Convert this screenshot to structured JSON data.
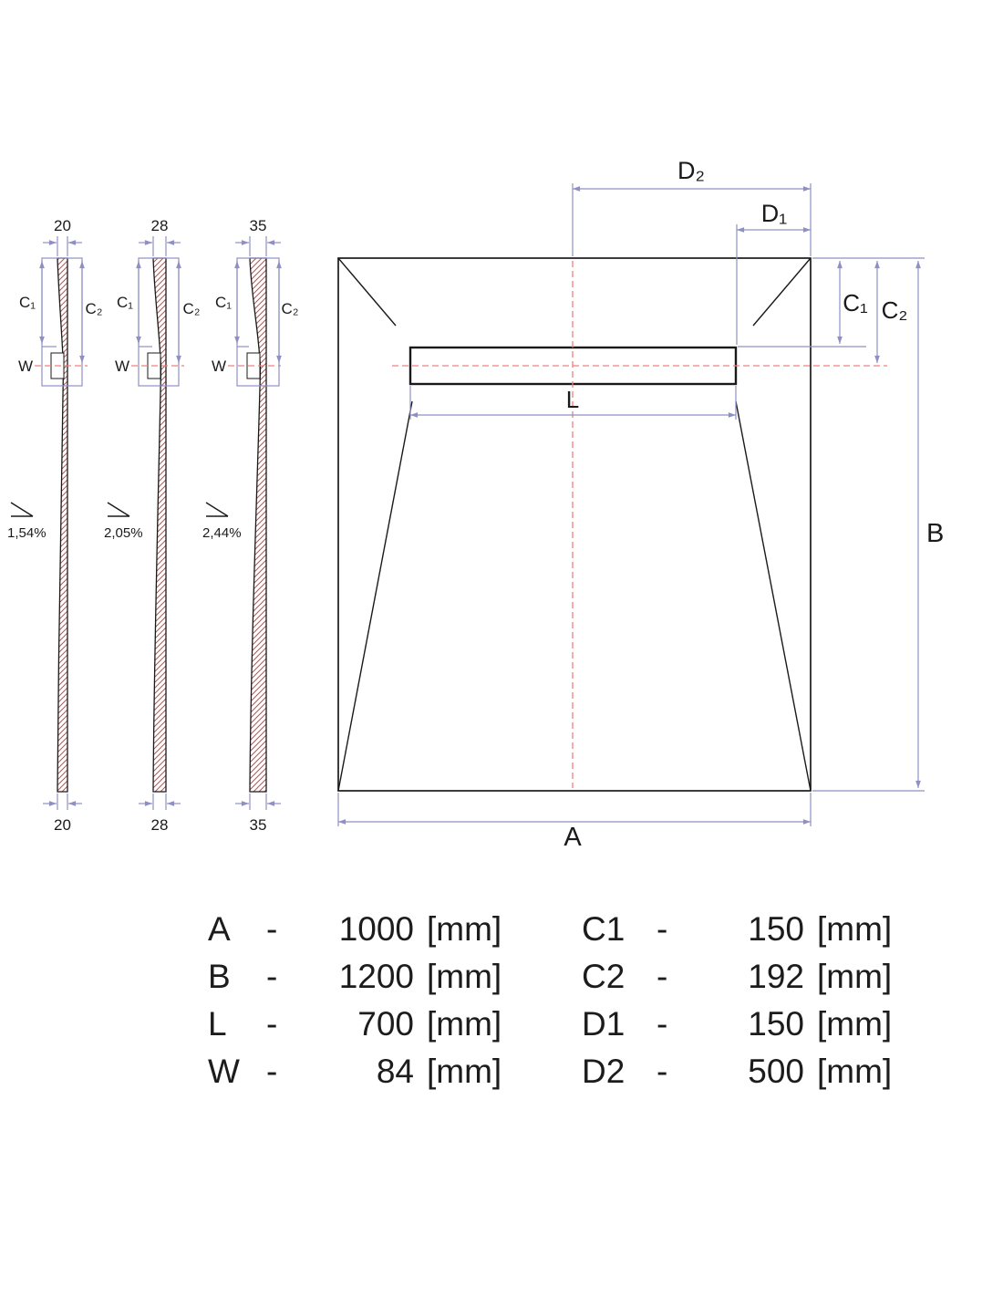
{
  "colors": {
    "outline": "#1a1a1a",
    "dimension": "#8f8fc4",
    "centerline": "#f08080",
    "hatch": "#c0504d",
    "text": "#1a1a1a"
  },
  "profiles": [
    {
      "top_label": "20",
      "bottom_label": "20",
      "slope_label": "1,54%",
      "c1_label": "C₁",
      "c2_label": "C₂",
      "w_label": "W"
    },
    {
      "top_label": "28",
      "bottom_label": "28",
      "slope_label": "2,05%",
      "c1_label": "C₁",
      "c2_label": "C₂",
      "w_label": "W"
    },
    {
      "top_label": "35",
      "bottom_label": "35",
      "slope_label": "2,44%",
      "c1_label": "C₁",
      "c2_label": "C₂",
      "w_label": "W"
    }
  ],
  "plan": {
    "d2_label": "D₂",
    "d1_label": "D₁",
    "c1_label": "C₁",
    "c2_label": "C₂",
    "b_label": "B",
    "l_label": "L",
    "a_label": "A"
  },
  "spec_table": {
    "left": [
      {
        "name": "A",
        "dash": "-",
        "value": "1000",
        "unit": "[mm]"
      },
      {
        "name": "B",
        "dash": "-",
        "value": "1200",
        "unit": "[mm]"
      },
      {
        "name": "L",
        "dash": "-",
        "value": "700",
        "unit": "[mm]"
      },
      {
        "name": "W",
        "dash": "-",
        "value": "84",
        "unit": "[mm]"
      }
    ],
    "right": [
      {
        "name": "C1",
        "dash": "-",
        "value": "150",
        "unit": "[mm]"
      },
      {
        "name": "C2",
        "dash": "-",
        "value": "192",
        "unit": "[mm]"
      },
      {
        "name": "D1",
        "dash": "-",
        "value": "150",
        "unit": "[mm]"
      },
      {
        "name": "D2",
        "dash": "-",
        "value": "500",
        "unit": "[mm]"
      }
    ]
  }
}
